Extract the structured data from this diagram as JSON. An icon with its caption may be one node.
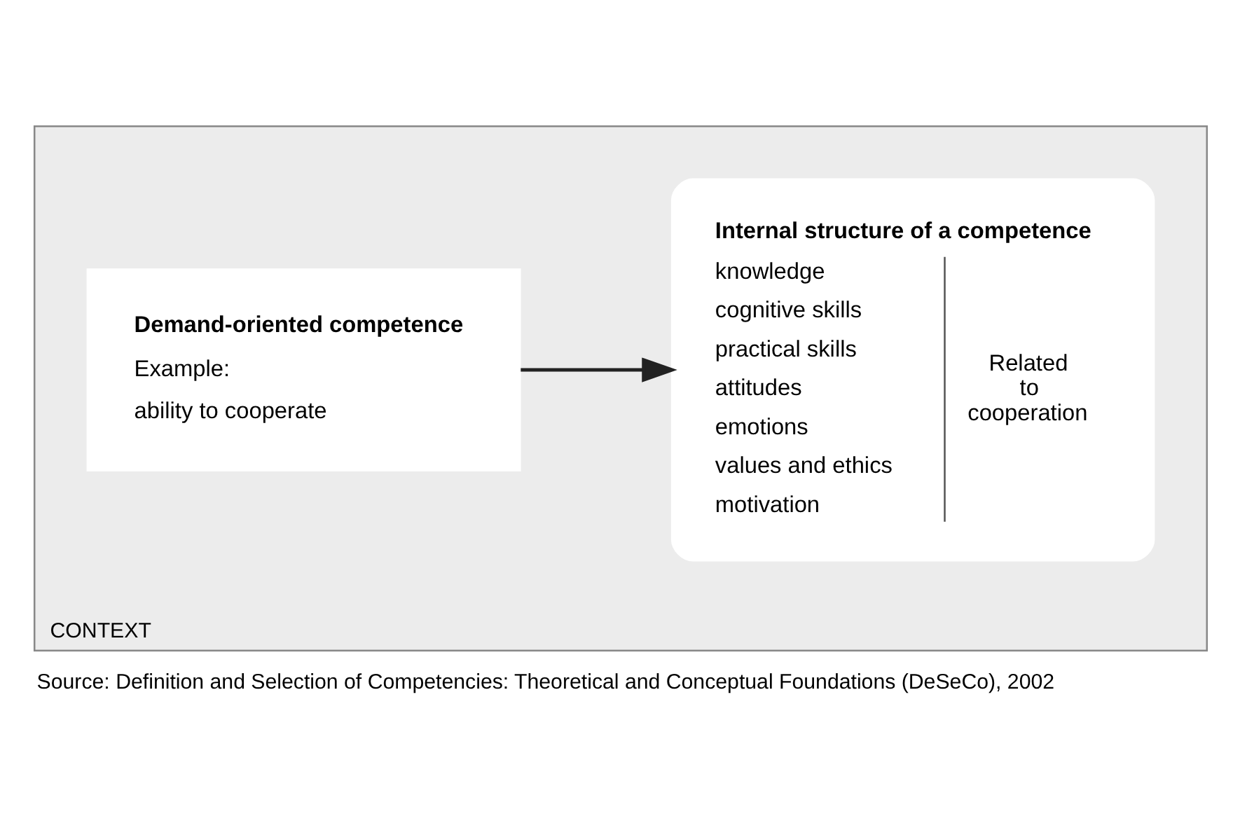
{
  "diagram": {
    "caption": "Source: Definition and Selection of Competencies: Theoretical and Conceptual Foundations (DeSeCo), 2002",
    "nodes": [
      {
        "text": [
          "CONTEXT"
        ]
      },
      {
        "text": [
          "Demand-oriented competence",
          "Example:",
          "ability to cooperate"
        ],
        "in": 0
      },
      {
        "text": [
          "Internal structure of a competence",
          "knowledge",
          "cognitive skills",
          "practical skills",
          "attitudes",
          "emotions",
          "values and ethics",
          "motivation",
          "Related to cooperation"
        ],
        "in": 0
      }
    ],
    "edges": [
      {
        "from": 1,
        "to": 2,
        "arrow": "to"
      }
    ]
  }
}
